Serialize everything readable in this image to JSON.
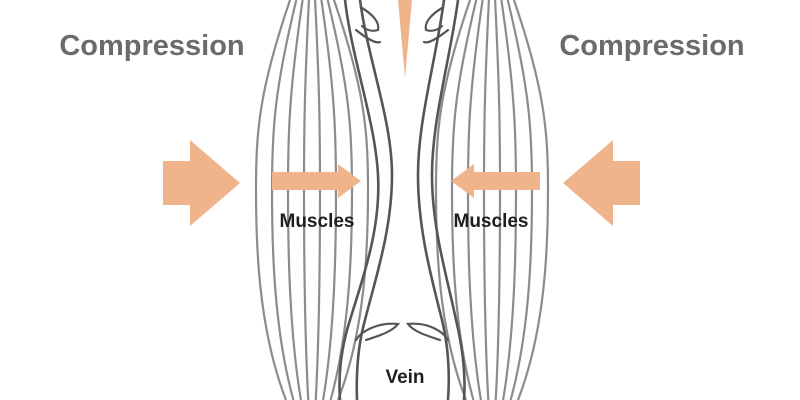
{
  "labels": {
    "compression_left": "Compression",
    "compression_right": "Compression",
    "muscles_left": "Muscles",
    "muscles_right": "Muscles",
    "vein": "Vein"
  },
  "colors": {
    "arrow": "#f0b48c",
    "muscle_stroke": "#8c8c8c",
    "vein_stroke": "#555555",
    "label_large": "#6b6b6b",
    "label_small": "#1f1f1f"
  }
}
